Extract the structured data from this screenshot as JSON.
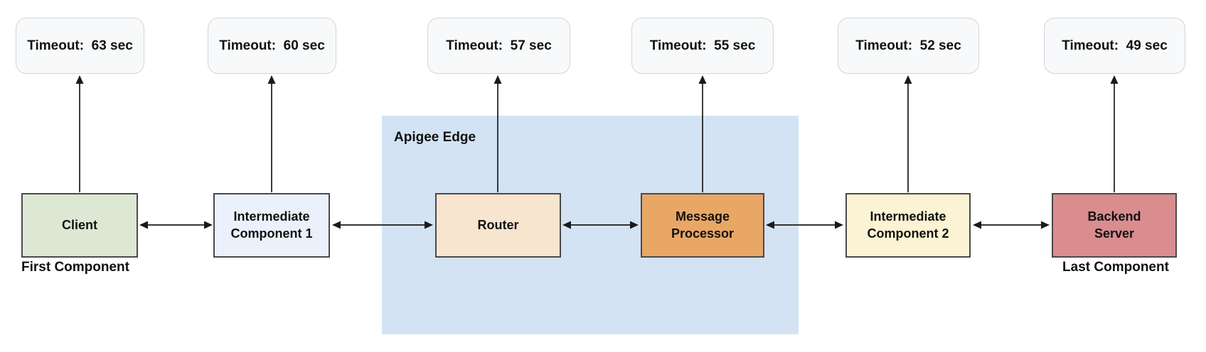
{
  "apigee": {
    "label": "Apigee Edge"
  },
  "units": [
    {
      "id": "client",
      "timeout": "Timeout:  63 sec",
      "name": "Client",
      "caption": "First Component",
      "fill": "#dde8d4"
    },
    {
      "id": "intermediate-component-1",
      "timeout": "Timeout:  60 sec",
      "name": "Intermediate\nComponent 1",
      "fill": "#eaf1fb"
    },
    {
      "id": "router",
      "timeout": "Timeout:  57 sec",
      "name": "Router",
      "fill": "#f8e5d0"
    },
    {
      "id": "message-processor",
      "timeout": "Timeout:  55 sec",
      "name": "Message\nProcessor",
      "fill": "#e9a766"
    },
    {
      "id": "intermediate-component-2",
      "timeout": "Timeout:  52 sec",
      "name": "Intermediate\nComponent 2",
      "fill": "#fbf3d3"
    },
    {
      "id": "backend-server",
      "timeout": "Timeout:  49 sec",
      "name": "Backend\nServer",
      "caption": "Last Component",
      "fill": "#d98d8f"
    }
  ],
  "colors": {
    "canvas_bg": "#ffffff",
    "apigee_region_bg": "#d3e3f4",
    "timeout_box_bg": "#f8f9fa",
    "timeout_box_border": "#d2d5d8",
    "component_border": "#4a4a4a",
    "arrow": "#1a1a1a",
    "text": "#111111"
  }
}
